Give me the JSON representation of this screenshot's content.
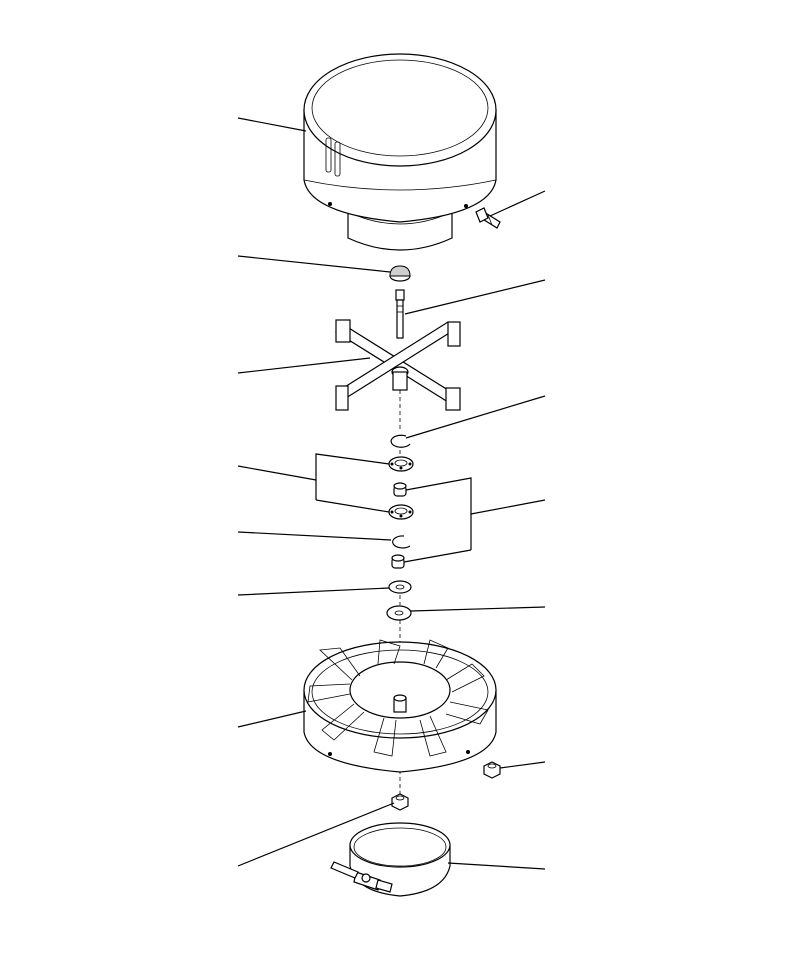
{
  "diagram": {
    "kind": "exploded-parts-view",
    "parts": [
      {
        "id": "cap",
        "icon": "precleaner-cap-icon"
      },
      {
        "id": "bolt",
        "icon": "hex-bolt-icon"
      },
      {
        "id": "plug",
        "icon": "dome-plug-icon"
      },
      {
        "id": "stud",
        "icon": "threaded-stud-icon"
      },
      {
        "id": "vane",
        "icon": "cross-vane-icon"
      },
      {
        "id": "snap-ring-upper",
        "icon": "snap-ring-icon"
      },
      {
        "id": "bearing-upper",
        "icon": "ball-bearing-icon"
      },
      {
        "id": "spacer-upper",
        "icon": "spacer-sleeve-icon"
      },
      {
        "id": "bearing-lower",
        "icon": "ball-bearing-icon"
      },
      {
        "id": "snap-ring-lower",
        "icon": "snap-ring-icon"
      },
      {
        "id": "spacer-lower",
        "icon": "spacer-sleeve-icon"
      },
      {
        "id": "washer-small",
        "icon": "washer-icon"
      },
      {
        "id": "washer-large",
        "icon": "washer-icon"
      },
      {
        "id": "impeller",
        "icon": "fan-impeller-icon"
      },
      {
        "id": "nut-side",
        "icon": "hex-nut-icon"
      },
      {
        "id": "nut-bottom",
        "icon": "hex-nut-icon"
      },
      {
        "id": "clamp",
        "icon": "band-clamp-icon"
      }
    ]
  }
}
